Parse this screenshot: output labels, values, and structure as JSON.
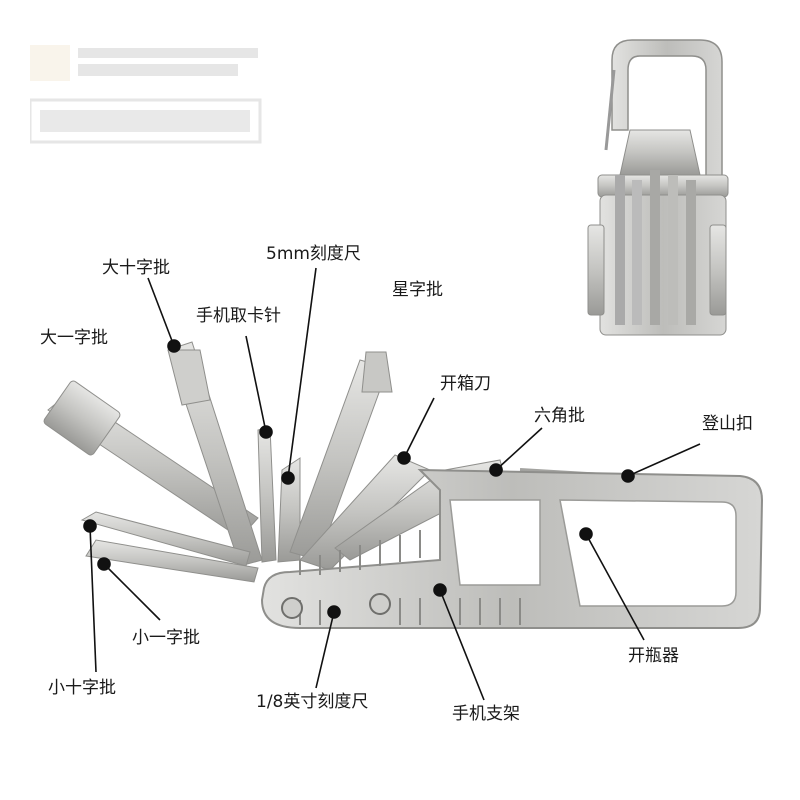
{
  "labels": {
    "big_phillips": "大十字批",
    "ruler_5mm": "5mm刻度尺",
    "sim_pin": "手机取卡针",
    "torx": "星字批",
    "big_flat": "大一字批",
    "box_cutter": "开箱刀",
    "hex": "六角批",
    "carabiner": "登山扣",
    "bottle_opener": "开瓶器",
    "small_flat": "小一字批",
    "small_phillips": "小十字批",
    "ruler_inch": "1/8英寸刻度尺",
    "phone_stand": "手机支架"
  },
  "colors": {
    "metal_light": "#d9d9d7",
    "metal_mid": "#b9b9b6",
    "metal_dark": "#8f8f8c",
    "leader_line": "#111111"
  }
}
